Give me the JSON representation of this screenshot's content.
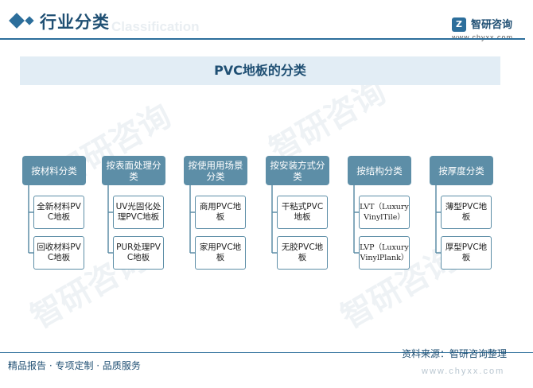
{
  "header": {
    "title": "行业分类",
    "title_en": "Classification",
    "logo_name": "智研咨询",
    "logo_url": "www.chyxx.com"
  },
  "banner": "PVC地板的分类",
  "categories": [
    {
      "label": "按材料分类",
      "items": [
        "全新材料PVC地板",
        "回收材料PVC地板"
      ]
    },
    {
      "label": "按表面处理分类",
      "items": [
        "UV光固化处理PVC地板",
        "PUR处理PVC地板"
      ]
    },
    {
      "label": "按使用用场景分类",
      "items": [
        "商用PVC地板",
        "家用PVC地板"
      ]
    },
    {
      "label": "按安装方式分类",
      "items": [
        "干粘式PVC地板",
        "无胶PVC地板"
      ]
    },
    {
      "label": "按结构分类",
      "items": [
        "LVT（LuxuryVinylTile）",
        "LVP（LuxuryVinylPlank）"
      ]
    },
    {
      "label": "按厚度分类",
      "items": [
        "薄型PVC地板",
        "厚型PVC地板"
      ]
    }
  ],
  "footer": {
    "left": "精品报告 · 专项定制 · 品质服务",
    "source": "资料来源：智研咨询整理",
    "url": "www.chyxx.com"
  },
  "colors": {
    "accent": "#2c6e9b",
    "category_fill": "#5d8ea7",
    "banner_fill": "#e2edf5"
  }
}
